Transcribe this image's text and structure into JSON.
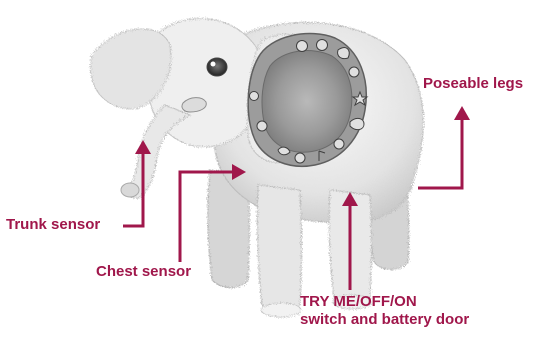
{
  "diagram": {
    "subject": "Robotic elephant with sensor callouts",
    "callout_color": "#a0174b",
    "labels": {
      "trunk_sensor": "Trunk sensor",
      "chest_sensor": "Chest sensor",
      "poseable_legs": "Poseable legs",
      "switch_line1": "TRY ME/OFF/ON",
      "switch_line2": "switch and battery door"
    },
    "icons": [
      "face-icon",
      "swirl-icon",
      "leaf-icon",
      "spiral-icon",
      "star-icon",
      "fish-icon",
      "flower-icon",
      "note-icon",
      "shell-icon",
      "bird-icon",
      "sun-icon",
      "ball-icon"
    ]
  }
}
